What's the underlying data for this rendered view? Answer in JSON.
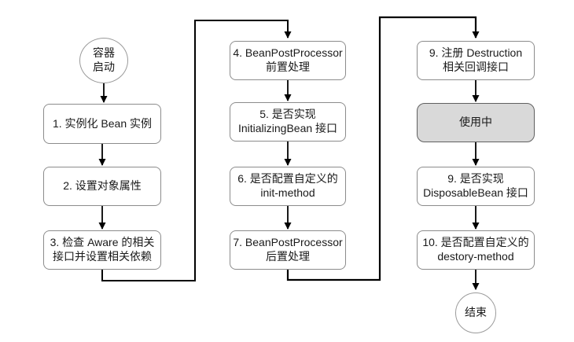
{
  "diagram": {
    "type": "flowchart",
    "nodes": {
      "start": {
        "shape": "circle",
        "line1": "容器",
        "line2": "启动"
      },
      "step1": {
        "shape": "rounded-rect",
        "line1": "1. 实例化 Bean 实例"
      },
      "step2": {
        "shape": "rounded-rect",
        "line1": "2. 设置对象属性"
      },
      "step3": {
        "shape": "rounded-rect",
        "line1": "3. 检查 Aware 的相关",
        "line2": "接口并设置相关依赖"
      },
      "step4": {
        "shape": "rounded-rect",
        "line1": "4. BeanPostProcessor",
        "line2": "前置处理"
      },
      "step5": {
        "shape": "rounded-rect",
        "line1": "5. 是否实现",
        "line2": "InitializingBean 接口"
      },
      "step6": {
        "shape": "rounded-rect",
        "line1": "6. 是否配置自定义的",
        "line2": "init-method"
      },
      "step7": {
        "shape": "rounded-rect",
        "line1": "7. BeanPostProcessor",
        "line2": "后置处理"
      },
      "step9a": {
        "shape": "rounded-rect",
        "line1": "9. 注册 Destruction",
        "line2": "相关回调接口"
      },
      "in_use": {
        "shape": "rounded-rect-shaded",
        "line1": "使用中"
      },
      "step9b": {
        "shape": "rounded-rect",
        "line1": "9. 是否实现",
        "line2": "DisposableBean 接口"
      },
      "step10": {
        "shape": "rounded-rect",
        "line1": "10. 是否配置自定义的",
        "line2": "destory-method"
      },
      "end": {
        "shape": "circle",
        "line1": "结束"
      }
    },
    "edges": [
      {
        "from": "start",
        "to": "step1"
      },
      {
        "from": "step1",
        "to": "step2"
      },
      {
        "from": "step2",
        "to": "step3"
      },
      {
        "from": "step3",
        "to": "step4"
      },
      {
        "from": "step4",
        "to": "step5"
      },
      {
        "from": "step5",
        "to": "step6"
      },
      {
        "from": "step6",
        "to": "step7"
      },
      {
        "from": "step7",
        "to": "step9a"
      },
      {
        "from": "step9a",
        "to": "in_use"
      },
      {
        "from": "in_use",
        "to": "step9b"
      },
      {
        "from": "step9b",
        "to": "step10"
      },
      {
        "from": "step10",
        "to": "end"
      }
    ],
    "colors": {
      "background": "#ffffff",
      "arrow": "#000000",
      "box_fill": "#ffffff",
      "box_border": "#8c8c8c",
      "in_use_fill": "#d9d9d9",
      "in_use_border": "#606060",
      "text": "#1a1a1a"
    }
  }
}
